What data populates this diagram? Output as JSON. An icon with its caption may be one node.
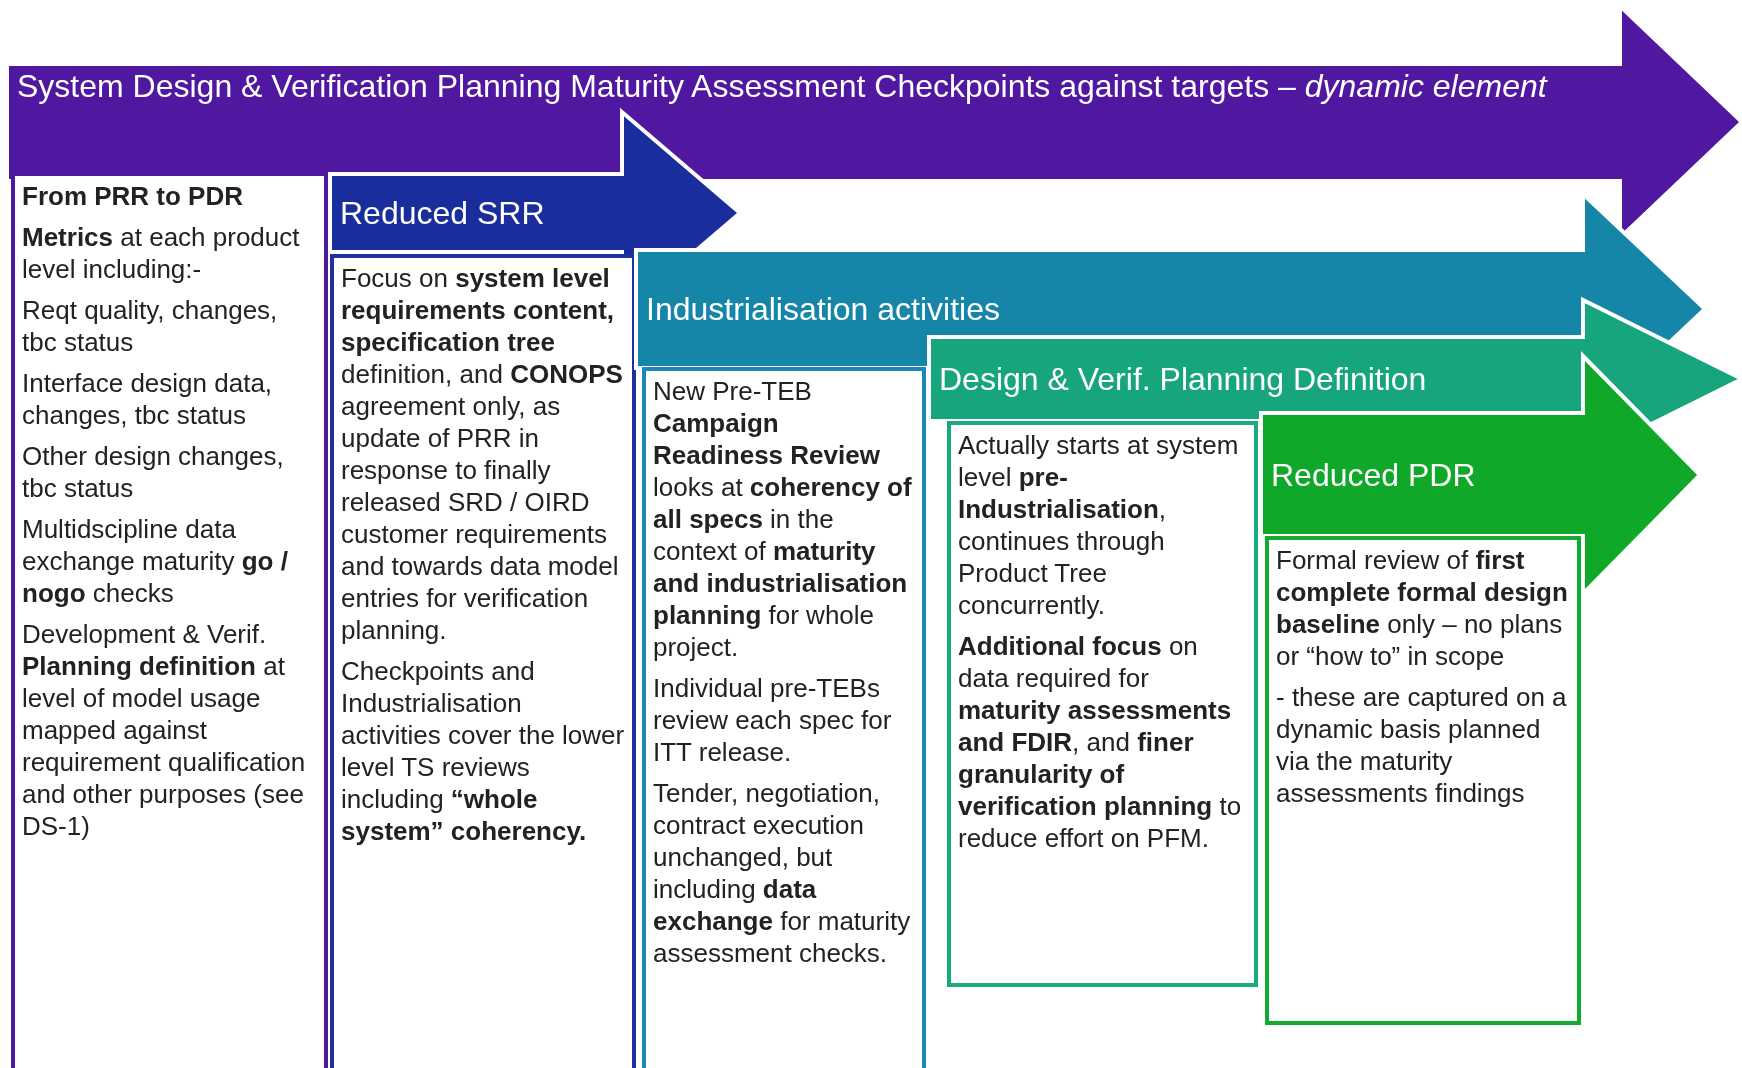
{
  "diagram": {
    "nodes": [
      {
        "text": [
          "System Design & Verification Planning Maturity Assessment Checkpoints against targets – *dynamic element*"
        ]
      },
      {
        "text": [
          "From PRR to PDR",
          "**Metrics** at each product level including:-",
          "Reqt quality, changes, tbc status",
          "Interface design data, changes, tbc status",
          "Other design changes, tbc status",
          "Multidscipline data exchange maturity **go / nogo** checks",
          "Development & Verif. **Planning definition** at level of model usage mapped against requirement qualification and other purposes (see DS-1)"
        ]
      },
      {
        "text": [
          "Reduced SRR"
        ]
      },
      {
        "text": [
          "Focus on **system level requirements content, specification tree** definition, and **CONOPS** agreement only, as update of PRR in response to finally released SRD / OIRD customer requirements and towards data model entries for verification planning.",
          "Checkpoints and Industrialisation activities cover the lower level TS reviews including **“whole system” coherency.**"
        ]
      },
      {
        "text": [
          "Industrialisation activities"
        ]
      },
      {
        "text": [
          "New Pre-TEB **Campaign Readiness Review** looks at **coherency of all specs** in the context of **maturity and industrialisation planning** for whole project.",
          "Individual pre-TEBs review each spec for ITT release.",
          "Tender, negotiation, contract execution unchanged, but including **data exchange** for maturity assessment checks."
        ]
      },
      {
        "text": [
          "Design & Verif. Planning Definition"
        ]
      },
      {
        "text": [
          "Actually starts at system level **pre-Industrialisation**, continues through Product Tree concurrently.",
          "**Additional focus** on data required for **maturity assessments and FDIR**, and **finer granularity of verification planning** to reduce effort on PFM."
        ]
      },
      {
        "text": [
          "Reduced PDR"
        ]
      },
      {
        "text": [
          "Formal review of **first complete formal design baseline** only – no plans or “how to” in scope",
          "- these are captured on a dynamic basis planned via the maturity assessments findings"
        ]
      }
    ]
  }
}
